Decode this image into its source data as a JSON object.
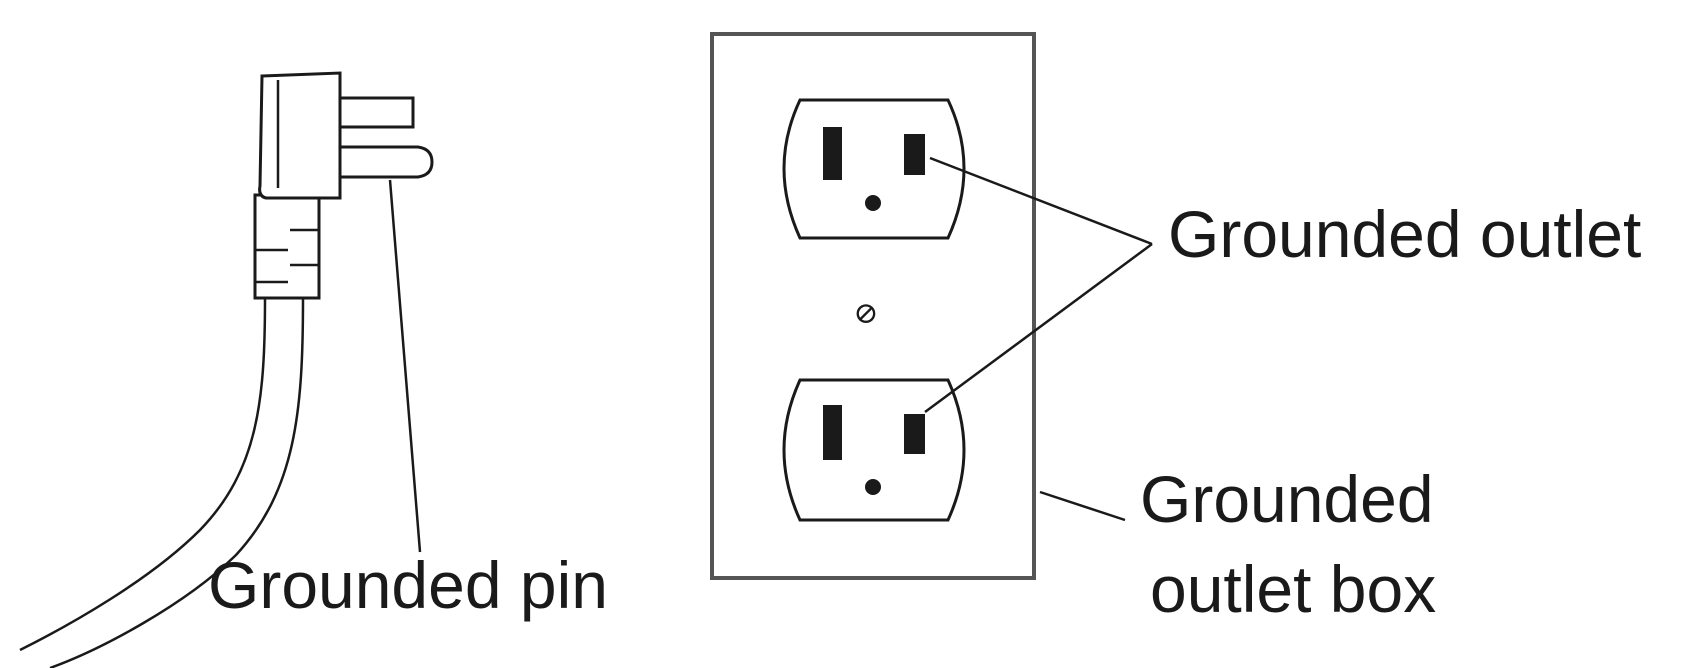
{
  "labels": {
    "grounded_pin": "Grounded pin",
    "grounded_outlet": "Grounded outlet",
    "grounded_outlet_box_line1": "Grounded",
    "grounded_outlet_box_line2": "outlet box"
  },
  "icons": {
    "plug": "plug-with-ground-pin-icon",
    "outlet_plate": "duplex-outlet-plate-icon",
    "screw": "plate-screw-icon"
  },
  "colors": {
    "ink": "#1a1a1a",
    "plate_border": "#555555",
    "background": "#ffffff"
  }
}
